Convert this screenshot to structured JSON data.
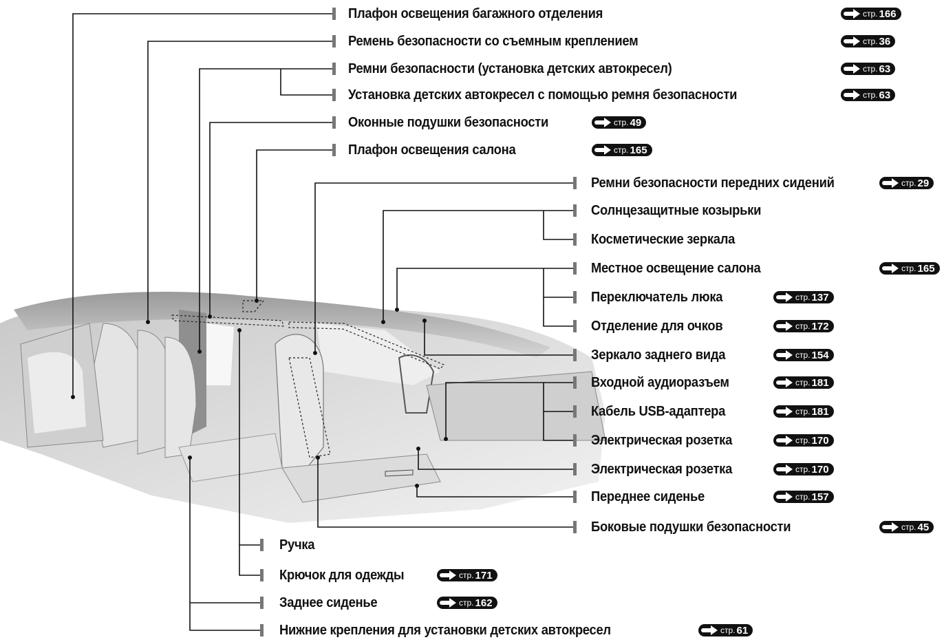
{
  "callouts": [
    {
      "text": "Плафон освещения багажного отделения",
      "page": "166"
    },
    {
      "text": "Ремень безопасности со съемным креплением",
      "page": "36"
    },
    {
      "text": "Ремни безопасности (установка детских автокресел)",
      "page": "63"
    },
    {
      "text": "Установка детских автокресел с помощью ремня безопасности",
      "page": "63"
    },
    {
      "text": "Оконные подушки безопасности",
      "page": "49"
    },
    {
      "text": "Плафон освещения салона",
      "page": "165"
    },
    {
      "text": "Ремни безопасности передних сидений",
      "page": "29"
    },
    {
      "text": "Солнцезащитные козырьки",
      "page": ""
    },
    {
      "text": "Косметические зеркала",
      "page": ""
    },
    {
      "text": "Местное освещение салона",
      "page": "165"
    },
    {
      "text": "Переключатель люка",
      "page": "137"
    },
    {
      "text": "Отделение для очков",
      "page": "172"
    },
    {
      "text": "Зеркало заднего вида",
      "page": "154"
    },
    {
      "text": "Входной аудиоразъем",
      "page": "181"
    },
    {
      "text": "Кабель USB-адаптера",
      "page": "181"
    },
    {
      "text": "Электрическая розетка",
      "page": "170"
    },
    {
      "text": "Электрическая розетка",
      "page": "170"
    },
    {
      "text": "Переднее сиденье",
      "page": "157"
    },
    {
      "text": "Боковые подушки безопасности",
      "page": "45"
    },
    {
      "text": "Ручка",
      "page": ""
    },
    {
      "text": "Крючок для одежды",
      "page": "171"
    },
    {
      "text": "Заднее сиденье",
      "page": "162"
    },
    {
      "text": "Нижние крепления для установки детских автокресел",
      "page": "61"
    }
  ],
  "page_ref_prefix": "стр."
}
